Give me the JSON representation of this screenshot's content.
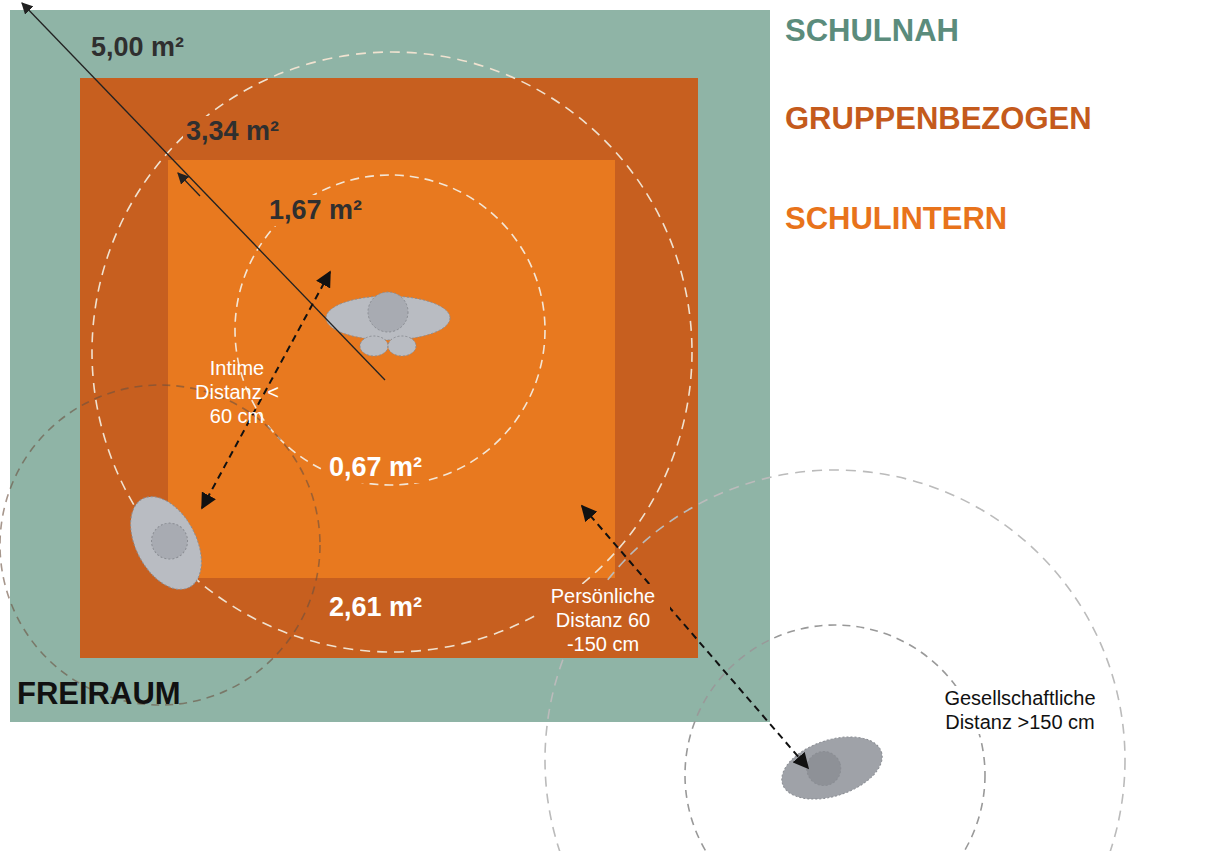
{
  "diagram": {
    "nodes": [
      {
        "text": [
          "5,00 m²"
        ]
      },
      {
        "text": [
          "3,34 m²",
          "2,61 m²"
        ],
        "in": 0
      },
      {
        "text": [
          "1,67 m²",
          "0,67 m²"
        ],
        "in": 1
      }
    ],
    "labels": [
      "SCHULNAH",
      "GRUPPENBEZOGEN",
      "SCHULINTERN",
      "Intime Distanz < 60 cm",
      "Persönliche Distanz 60 -150 cm",
      "Gesellschaftliche Distanz >150 cm",
      "FREIRAUM"
    ]
  }
}
